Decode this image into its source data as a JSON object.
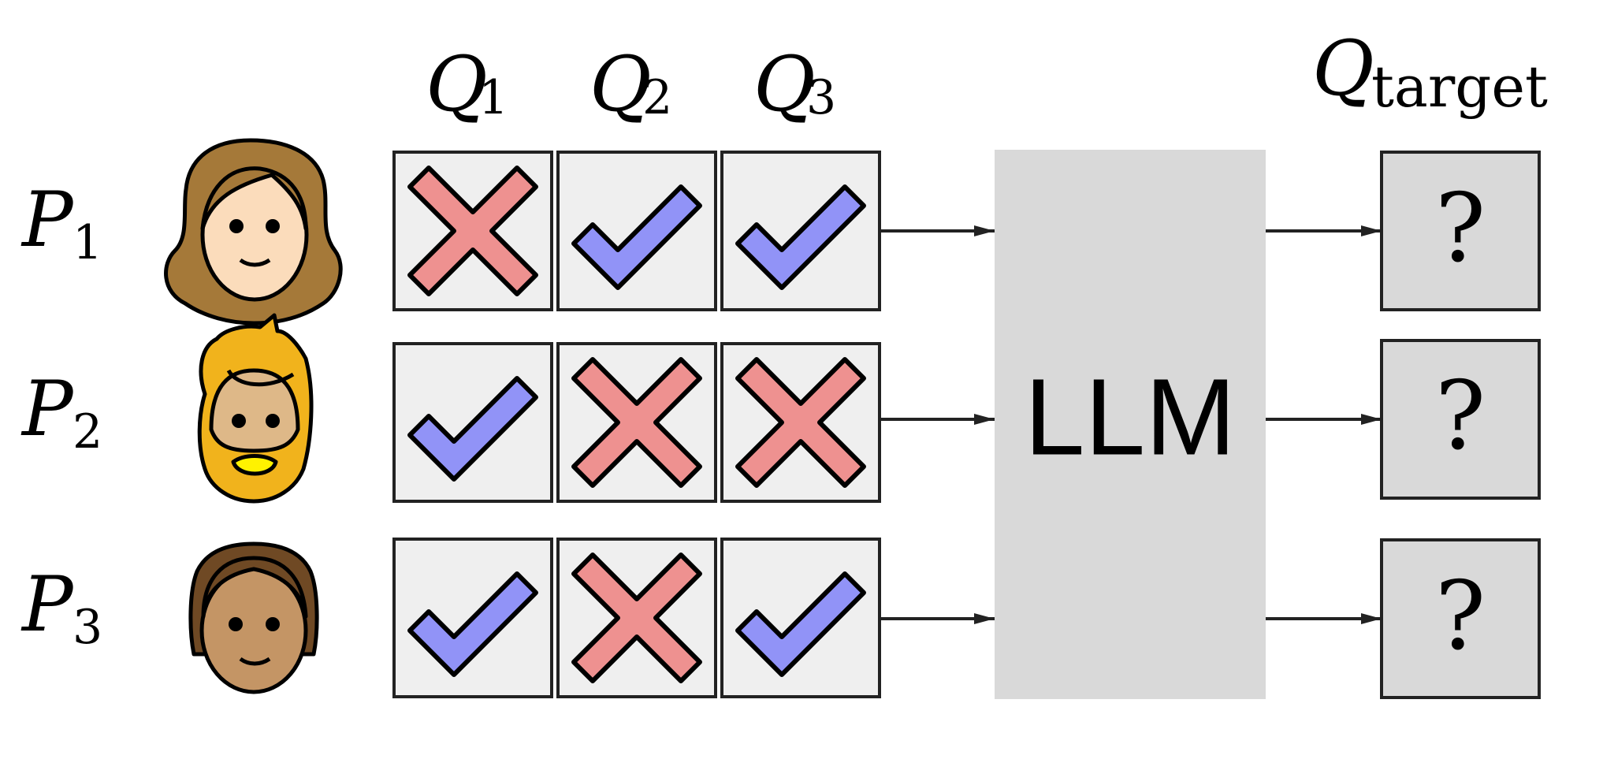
{
  "columns": [
    {
      "sym": "Q",
      "sub": "1"
    },
    {
      "sym": "Q",
      "sub": "2"
    },
    {
      "sym": "Q",
      "sub": "3"
    }
  ],
  "target": {
    "sym": "Q",
    "sub": "target"
  },
  "rows": [
    {
      "sym": "P",
      "sub": "1",
      "avatar": "woman-face-icon",
      "answers": [
        false,
        true,
        true
      ]
    },
    {
      "sym": "P",
      "sub": "2",
      "avatar": "bearded-man-face-icon",
      "answers": [
        true,
        false,
        false
      ]
    },
    {
      "sym": "P",
      "sub": "3",
      "avatar": "person-face-icon",
      "answers": [
        true,
        false,
        true
      ]
    }
  ],
  "model": {
    "label": "LLM"
  },
  "unknown": "?",
  "colors": {
    "check": "#9193f7",
    "cross": "#ee9190",
    "cell": "#efefef",
    "model": "#d9d9d9",
    "target_cell": "#d9d9d9"
  }
}
